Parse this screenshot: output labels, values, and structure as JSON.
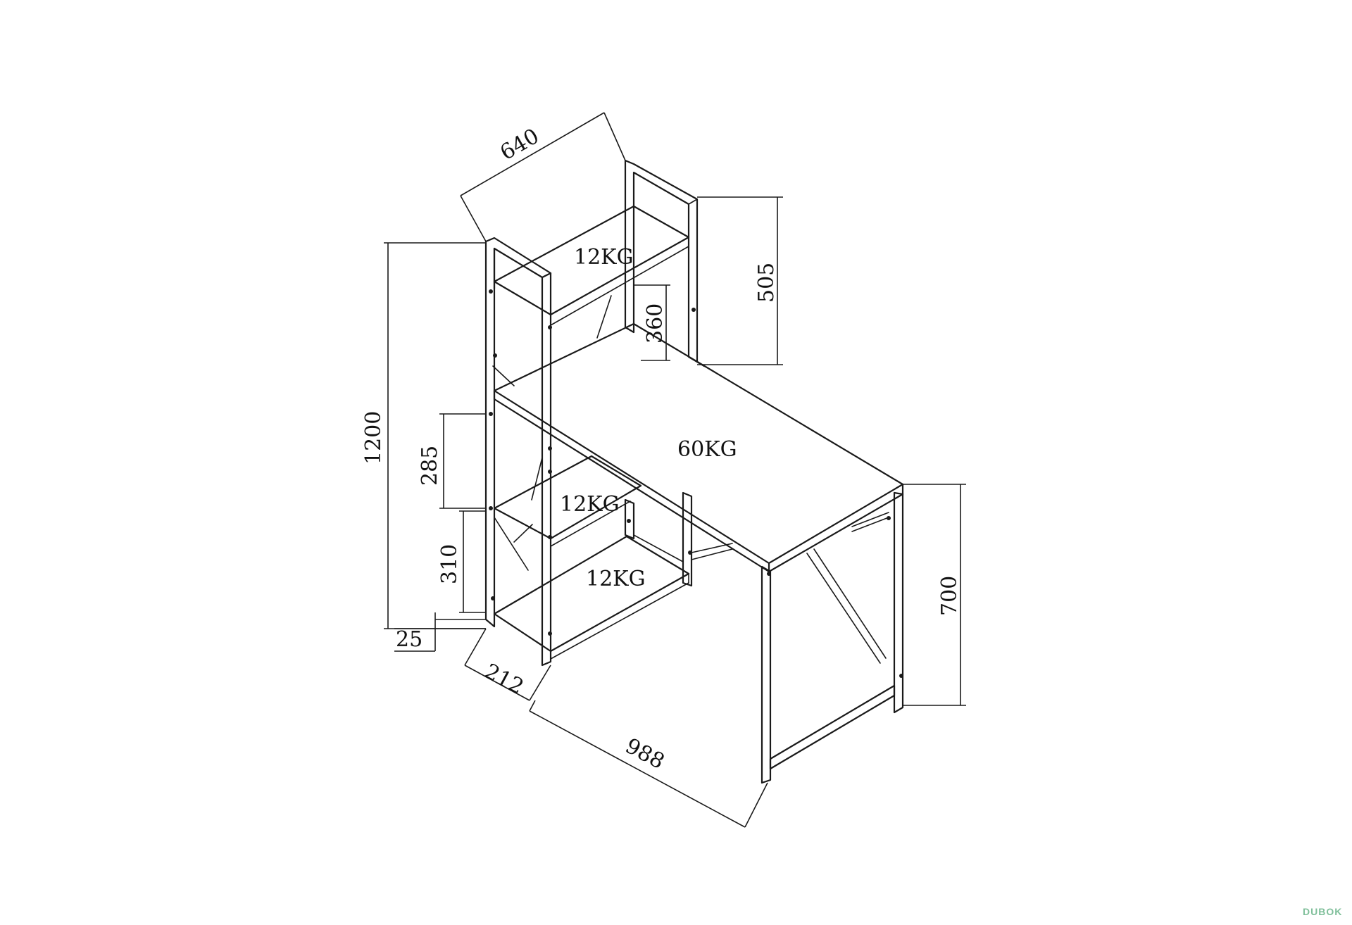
{
  "dimensions": {
    "total_width": "640",
    "shelf_height_top": "505",
    "top_gap": "360",
    "total_height": "1200",
    "shelf_gap_upper": "285",
    "shelf_gap_lower": "310",
    "foot_clearance": "25",
    "shelf_depth": "212",
    "desk_length": "988",
    "desk_height": "700"
  },
  "loads": {
    "top_shelf": "12KG",
    "desk_top": "60KG",
    "middle_shelf": "12KG",
    "bottom_shelf": "12KG"
  },
  "watermark": "DUBOK"
}
